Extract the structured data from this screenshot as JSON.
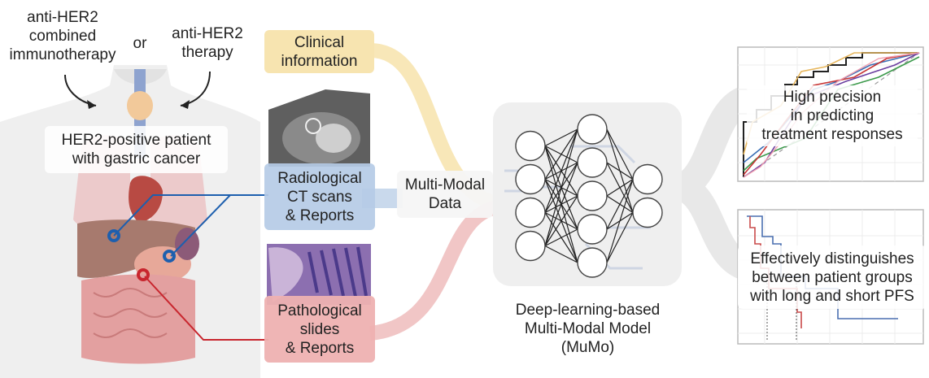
{
  "therapies": {
    "left": [
      "anti-HER2",
      "combined",
      "immunotherapy"
    ],
    "or": "or",
    "right": [
      "anti-HER2",
      "therapy"
    ]
  },
  "patient_label": [
    "HER2-positive patient",
    "with gastric cancer"
  ],
  "data_sources": [
    {
      "id": "clinical",
      "lines": [
        "Clinical",
        "information"
      ],
      "color": "#f7e4b0"
    },
    {
      "id": "radiological",
      "lines": [
        "Radiological",
        "CT scans",
        "& Reports"
      ],
      "color": "#b5cbe6"
    },
    {
      "id": "pathological",
      "lines": [
        "Pathological",
        "slides",
        "& Reports"
      ],
      "color": "#eeb1b1"
    }
  ],
  "multimodal_label": [
    "Multi-Modal",
    "Data"
  ],
  "model_label": [
    "Deep-learning-based",
    "Multi-Modal Model",
    "(MuMo)"
  ],
  "network_layers": [
    4,
    5,
    2
  ],
  "outcomes": [
    {
      "id": "roc",
      "lines": [
        "High precision",
        "in predicting",
        "treatment responses"
      ]
    },
    {
      "id": "km",
      "lines": [
        "Effectively distinguishes",
        "between patient groups",
        "with long and short PFS"
      ]
    }
  ],
  "colors": {
    "blue_marker": "#1d5fae",
    "red_marker": "#c8262e",
    "clinical_flow": "#f8e7b8",
    "radiological_flow": "#c9d9ec",
    "pathological_flow": "#f1c6c6",
    "output_flow": "#e6e6e6",
    "model_bg": "#efefef"
  }
}
